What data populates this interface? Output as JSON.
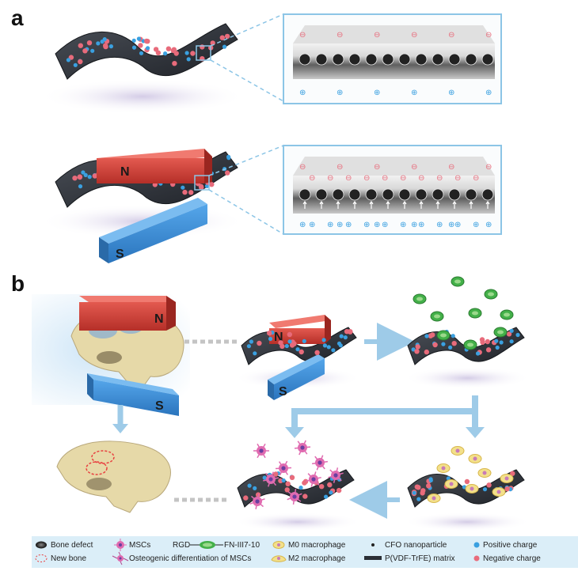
{
  "panels": {
    "a": "a",
    "b": "b"
  },
  "magnet": {
    "north": "N",
    "south": "S"
  },
  "charges": {
    "negative_symbol": "⊖",
    "positive_symbol": "⊕"
  },
  "legend": {
    "bone_defect": "Bone defect",
    "new_bone": "New bone",
    "mscs": "MSCs",
    "osteo": "Osteogenic differentiation of MSCs",
    "rgd": "RGD",
    "fn": "FN-III7-10",
    "m0": "M0 macrophage",
    "m2": "M2 macrophage",
    "cfo": "CFO nanoparticle",
    "pvdf": "P(VDF-TrFE) matrix",
    "positive": "Positive charge",
    "negative": "Negative charge"
  },
  "colors": {
    "magnet_north": "#d9423a",
    "magnet_south": "#3d8fd6",
    "film": "#2b2f36",
    "pos_charge": "#3aa0e0",
    "neg_charge": "#e86b7b",
    "arrow": "#9ecbe8",
    "legend_bg": "#dbeef8",
    "protein": "#43b049",
    "bone": "#e6d9a8"
  }
}
